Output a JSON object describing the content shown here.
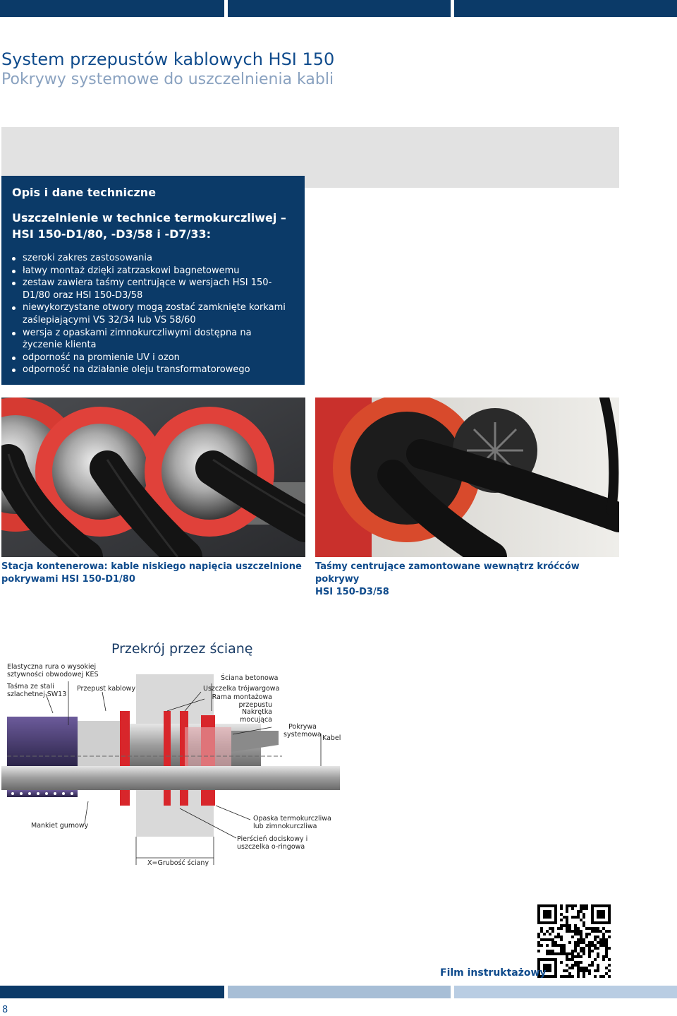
{
  "header": {
    "title": "System przepustów kablowych HSI 150",
    "subtitle": "Pokrywy systemowe do uszczelnienia kabli"
  },
  "info": {
    "heading": "Opis i dane techniczne",
    "subheading_line1": "Uszczelnienie w technice termokurczliwej –",
    "subheading_line2": "HSI 150-D1/80, -D3/58 i -D7/33:",
    "bullets": [
      "szeroki zakres zastosowania",
      "łatwy montaż dzięki zatrzaskowi bagnetowemu",
      "zestaw zawiera taśmy centrujące w wersjach HSI 150-D1/80 oraz HSI 150-D3/58",
      "niewykorzystane otwory mogą zostać zamknięte korkami zaślepiającymi VS 32/34 lub VS 58/60",
      "wersja z opaskami zimnokurczliwymi dostępna na życzenie klienta",
      "odporność na promienie UV i ozon",
      "odporność na działanie oleju transformatorowego"
    ]
  },
  "photos": {
    "left_caption_line1": "Stacja kontenerowa: kable niskiego napięcia uszczelnione",
    "left_caption_line2": "pokrywami HSI 150-D1/80",
    "right_caption_line1": "Taśmy centrujące zamontowane wewnątrz króćców pokrywy",
    "right_caption_line2": "HSI 150-D3/58"
  },
  "diagram": {
    "title": "Przekrój przez ścianę",
    "labels": {
      "kes_1": "Elastyczna rura o wysokiej",
      "kes_2": "sztywności obwodowej KES",
      "tasma_1": "Taśma ze stali",
      "tasma_2": "szlachetnej SW13",
      "przepust": "Przepust kablowy",
      "sciana": "Ściana betonowa",
      "uszczelka": "Uszczelka trójwargowa",
      "rama_1": "Rama montażowa",
      "rama_2": "przepustu",
      "nakretka_1": "Nakrętka",
      "nakretka_2": "mocująca",
      "pokrywa_1": "Pokrywa",
      "pokrywa_2": "systemowa",
      "kabel": "Kabel",
      "mankiet": "Mankiet gumowy",
      "opaska_1": "Opaska termokurczliwa",
      "opaska_2": "lub zimnokurczliwa",
      "pierscien_1": "Pierścień dociskowy i",
      "pierscien_2": "uszczelka o-ringowa",
      "grubosc": "X=Grubość ściany"
    }
  },
  "footer": {
    "film": "Film instruktażowy",
    "page_number": "8"
  },
  "colors": {
    "navy": "#0b3a68",
    "title_blue": "#0f4b8c",
    "subtitle_gray": "#8aa2c0",
    "flange_red": "#d8262b",
    "band_light": "#a7bed6",
    "band_lighter": "#b9cde3"
  }
}
